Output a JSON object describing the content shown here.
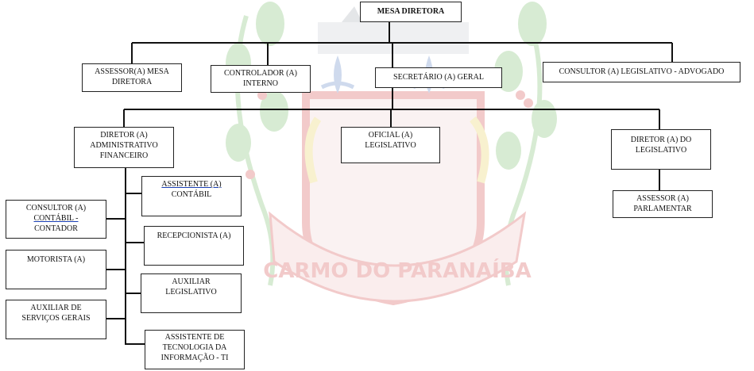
{
  "org_chart": {
    "mesa_diretora": "MESA DIRETORA",
    "assessor_mesa": [
      "ASSESSOR(A) MESA",
      "DIRETORA"
    ],
    "controlador": [
      "CONTROLADOR (A)",
      "INTERNO"
    ],
    "secretario": "SECRETÁRIO (A) GERAL",
    "consultor_legislativo": "CONSULTOR (A) LEGISLATIVO - ADVOGADO",
    "diretor_adm": [
      "DIRETOR (A)",
      "ADMINISTRATIVO",
      "FINANCEIRO"
    ],
    "oficial": [
      "OFICIAL (A)",
      "LEGISLATIVO"
    ],
    "diretor_leg": [
      "DIRETOR (A) DO",
      "LEGISLATIVO"
    ],
    "assessor_parlamentar": [
      "ASSESSOR (A)",
      "PARLAMENTAR"
    ],
    "assistente_contabil": [
      "ASSISTENTE  (A)",
      "CONTÁBIL"
    ],
    "consultor_contabil": [
      "CONSULTOR (A)",
      "CONTÁBIL -",
      "CONTADOR"
    ],
    "recepcionista": "RECEPCIONISTA (A)",
    "motorista": "MOTORISTA (A)",
    "auxiliar_legislativo": [
      "AUXILIAR",
      "LEGISLATIVO"
    ],
    "auxiliar_servicos": [
      "AUXILIAR DE",
      "SERVIÇOS GERAIS"
    ],
    "assistente_ti": [
      "ASSISTENTE DE",
      "TECNOLOGIA DA",
      "INFORMAÇÃO - TI"
    ]
  },
  "watermark": {
    "text": "CARMO DO PARANAÍBA",
    "colors": {
      "red": "#e8a0a0",
      "green": "#b8dcb0",
      "blue": "#a8bce0",
      "yellow": "#f4e6a8",
      "gray": "#cfd2d6"
    }
  }
}
